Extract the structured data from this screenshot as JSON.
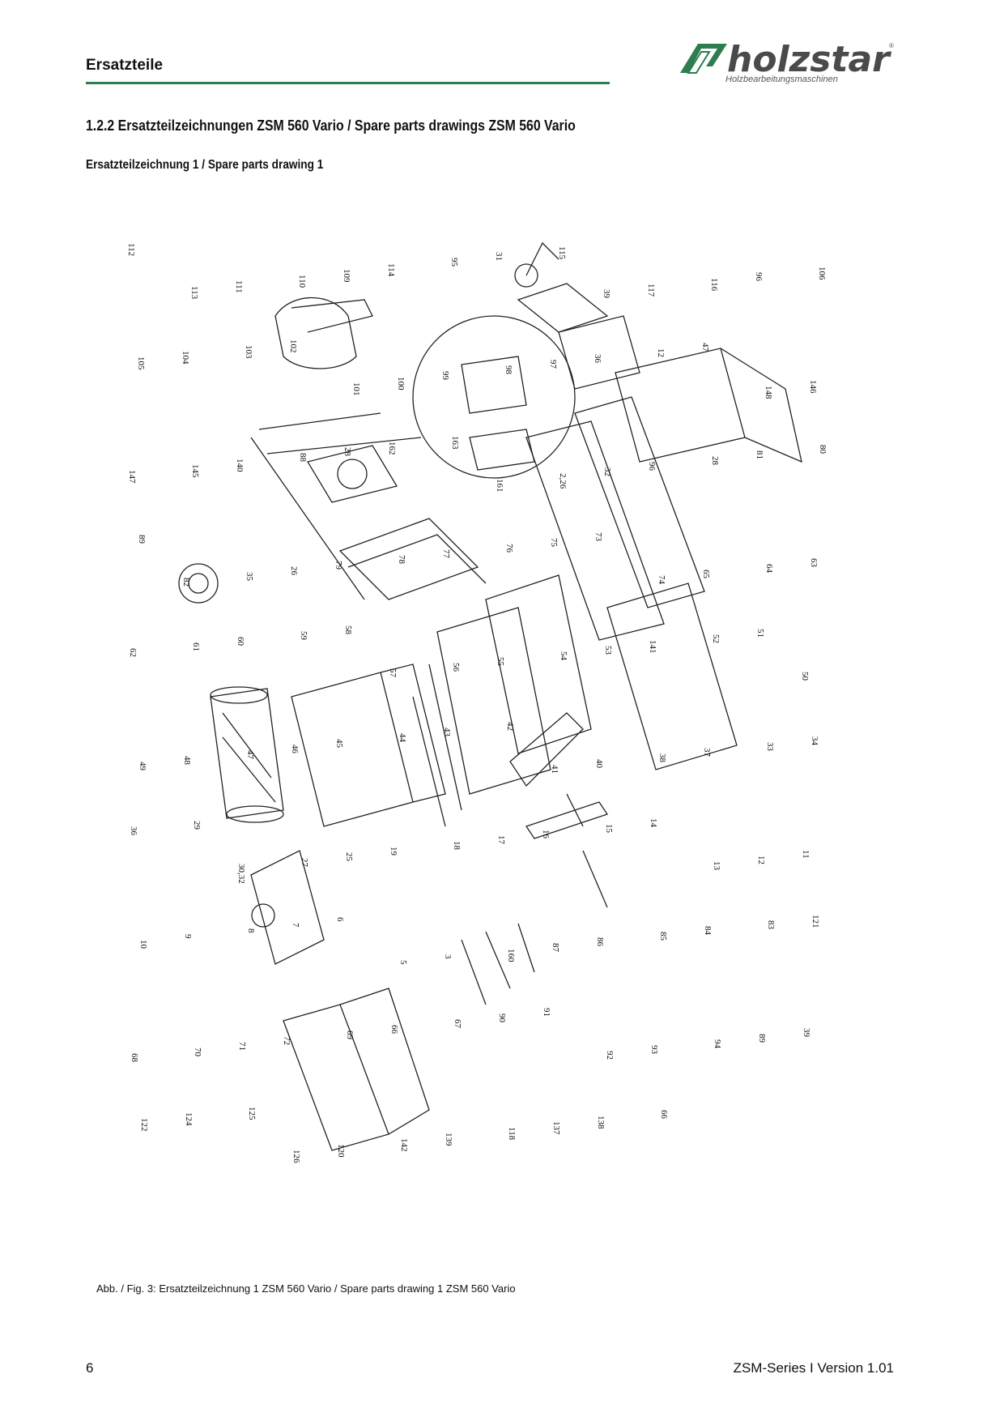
{
  "header": {
    "section": "Ersatzteile",
    "logo_text": "holzstar",
    "logo_subtitle": "Holzbearbeitungsmaschinen",
    "logo_registered": "®",
    "brand_color": "#2e7d4f"
  },
  "content": {
    "section_title": "1.2.2  Ersatzteilzeichnungen ZSM 560 Vario / Spare parts drawings ZSM 560 Vario",
    "drawing_title": "Ersatzteilzeichnung 1 / Spare parts drawing 1",
    "caption": "Abb. / Fig. 3: Ersatzteilzeichnung 1 ZSM 560 Vario / Spare parts drawing 1 ZSM 560 Vario"
  },
  "footer": {
    "page_number": "6",
    "version": "ZSM-Series I Version 1.01"
  },
  "labels": [
    "112",
    "113",
    "111",
    "110",
    "109",
    "114",
    "95",
    "31",
    "115",
    "39",
    "117",
    "116",
    "96",
    "106",
    "105",
    "104",
    "103",
    "102",
    "101",
    "100",
    "99",
    "98",
    "97",
    "36",
    "12",
    "47",
    "148",
    "146",
    "147",
    "145",
    "140",
    "88",
    "28",
    "162",
    "163",
    "161",
    "2,26",
    "32",
    "96",
    "28",
    "81",
    "80",
    "89",
    "82",
    "35",
    "26",
    "79",
    "78",
    "77",
    "76",
    "75",
    "73",
    "74",
    "65",
    "64",
    "63",
    "62",
    "61",
    "60",
    "59",
    "58",
    "57",
    "56",
    "55",
    "54",
    "53",
    "141",
    "52",
    "51",
    "50",
    "49",
    "48",
    "47",
    "46",
    "45",
    "44",
    "43",
    "42",
    "41",
    "40",
    "38",
    "37",
    "33",
    "34",
    "36",
    "29",
    "30,32",
    "27",
    "25",
    "19",
    "18",
    "17",
    "16",
    "15",
    "14",
    "13",
    "12",
    "11",
    "10",
    "9",
    "8",
    "7",
    "6",
    "5",
    "3",
    "160",
    "87",
    "86",
    "85",
    "84",
    "83",
    "121",
    "68",
    "70",
    "71",
    "72",
    "69",
    "66",
    "67",
    "90",
    "91",
    "92",
    "93",
    "94",
    "89",
    "39",
    "122",
    "124",
    "125",
    "126",
    "120",
    "142",
    "139",
    "118",
    "137",
    "138",
    "66"
  ]
}
